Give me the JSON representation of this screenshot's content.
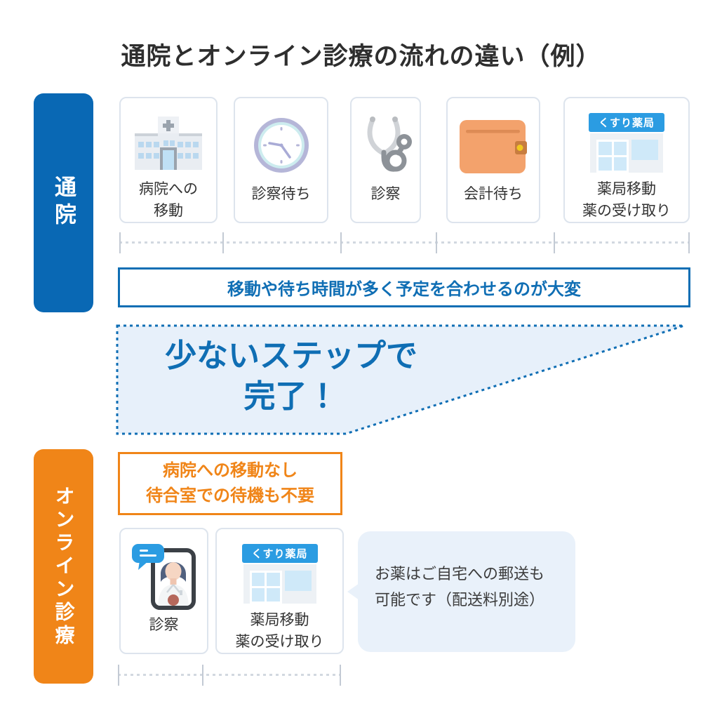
{
  "title": "通院とオンライン診療の流れの違い（例）",
  "colors": {
    "accent_blue": "#0968b4",
    "accent_orange": "#f08518",
    "highlight_fill": "#e7f0fa",
    "bubble_fill": "#e9f1fa",
    "sign_blue": "#2b9ce2",
    "text_dark": "#333333"
  },
  "visit": {
    "label": "通院",
    "steps": [
      {
        "label": "病院への\n移動",
        "icon": "hospital-icon"
      },
      {
        "label": "診察待ち",
        "icon": "clock-icon"
      },
      {
        "label": "診察",
        "icon": "stethoscope-icon"
      },
      {
        "label": "会計待ち",
        "icon": "wallet-icon"
      },
      {
        "label": "薬局移動\n薬の受け取り",
        "icon": "pharmacy-icon",
        "sign": "くすり薬局"
      }
    ],
    "note": "移動や待ち時間が多く予定を合わせるのが大変"
  },
  "highlight": {
    "message": "少ないステップで\n完了！"
  },
  "online": {
    "label": "オンライン診療",
    "note": "病院への移動なし\n待合室での待機も不要",
    "steps": [
      {
        "label": "診察",
        "icon": "smartphone-doctor-icon"
      },
      {
        "label": "薬局移動\n薬の受け取り",
        "icon": "pharmacy-icon",
        "sign": "くすり薬局"
      }
    ],
    "bubble": "お薬はご自宅への郵送も\n可能です（配送料別途）"
  }
}
